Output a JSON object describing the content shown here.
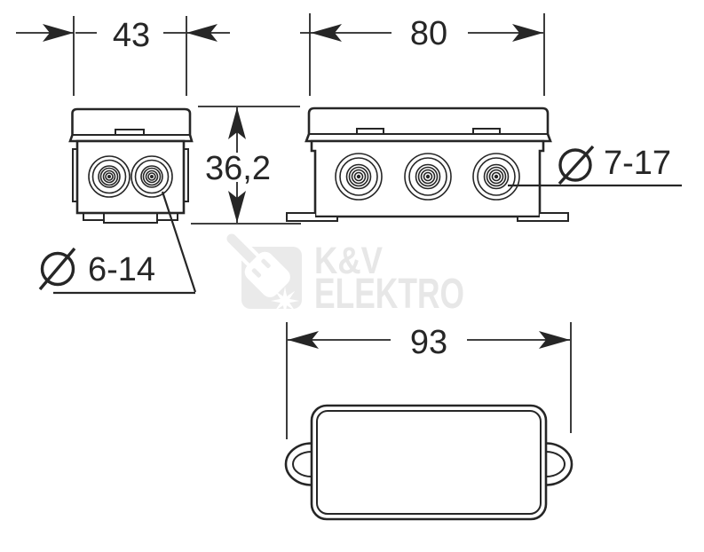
{
  "drawing": {
    "type": "junction-box-dimensional-drawing",
    "views": [
      "front-view",
      "side-view",
      "top-view"
    ],
    "dims": {
      "front_width": "43",
      "side_length": "80",
      "height": "36,2",
      "overall_width": "93"
    },
    "knockouts": {
      "diameter_symbol": "Ø",
      "front_range": "6-14",
      "side_range": "7-17"
    }
  },
  "watermark": {
    "brand_line1": "K&V",
    "brand_line2": "ELEKTRO"
  },
  "colors": {
    "line": "#262626",
    "watermark_text": "#e7e7e7",
    "watermark_logo": "#eaeaea",
    "background": "#ffffff"
  }
}
